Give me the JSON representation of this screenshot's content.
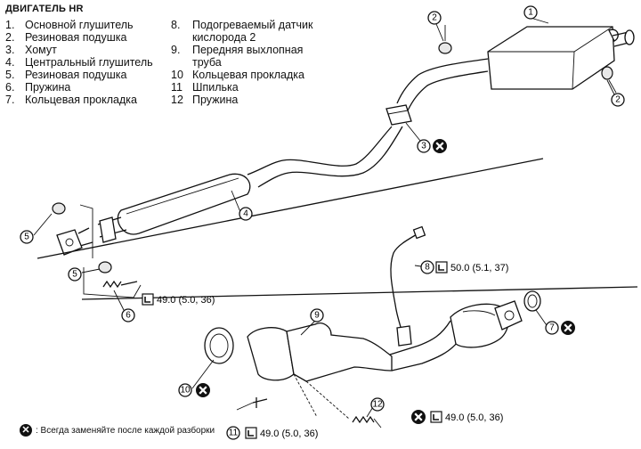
{
  "title": "ДВИГАТЕЛЬ HR",
  "legend_left": [
    {
      "num": "1.",
      "label": "Основной глушитель"
    },
    {
      "num": "2.",
      "label": "Резиновая подушка"
    },
    {
      "num": "3.",
      "label": "Хомут"
    },
    {
      "num": "4.",
      "label": "Центральный глушитель"
    },
    {
      "num": "5.",
      "label": "Резиновая подушка"
    },
    {
      "num": "6.",
      "label": "Пружина"
    },
    {
      "num": "7.",
      "label": "Кольцевая прокладка"
    }
  ],
  "legend_right": [
    {
      "num": "8.",
      "label": "Подогреваемый датчик"
    },
    {
      "num": "",
      "label": "кислорода 2"
    },
    {
      "num": "9.",
      "label": "Передняя выхлопная"
    },
    {
      "num": "",
      "label": "труба"
    },
    {
      "num": "10",
      "label": "Кольцевая прокладка"
    },
    {
      "num": "11",
      "label": "Шпилька"
    },
    {
      "num": "12",
      "label": "Пружина"
    }
  ],
  "callouts": {
    "c1": "1",
    "c2a": "2",
    "c2b": "2",
    "c3": "3",
    "c4": "4",
    "c5a": "5",
    "c5b": "5",
    "c6": "6",
    "c7": "7",
    "c8": "8",
    "c9": "9",
    "c10": "10",
    "c11": "11",
    "c12": "12"
  },
  "torques": {
    "t6": "49.0 (5.0, 36)",
    "t8": "50.0 (5.1, 37)",
    "t11": "49.0 (5.0, 36)",
    "t12": "49.0 (5.0, 36)"
  },
  "note": {
    "symbol": "✕",
    "text": ": Всегда заменяйте после каждой разборки"
  },
  "icons": [
    "replace-x-icon",
    "torque-wrench-icon"
  ]
}
